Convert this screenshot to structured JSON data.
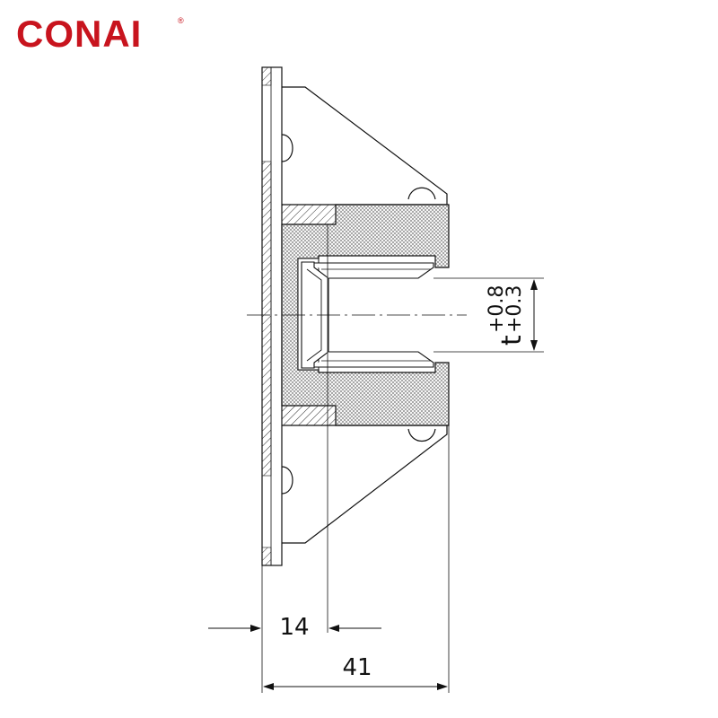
{
  "brand": {
    "name": "CONAI",
    "mark": "®",
    "color": "#c8141e"
  },
  "drawing": {
    "dimensions": {
      "offset": "14",
      "depth": "41",
      "thickness_symbol": "t",
      "tolerance_upper": "+0.8",
      "tolerance_lower": "+0.3"
    },
    "colors": {
      "line": "#111111",
      "hatch": "#555555",
      "fill": "#ffffff"
    }
  }
}
